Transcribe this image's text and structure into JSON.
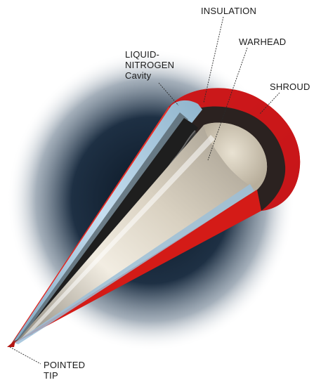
{
  "labels": {
    "insulation": "INSULATION",
    "warhead": "WARHEAD",
    "shroud": "SHROUD",
    "liquid_nitrogen": [
      "LIQUID-",
      "NITROGEN",
      "Cavity"
    ],
    "pointed_tip": [
      "POINTED",
      "TIP"
    ]
  },
  "colors": {
    "shroud_red": "#e0201b",
    "halo_dark": "#0d1a2a",
    "cavity_blue": "#9fc4dc",
    "warhead_metal": "#d8d0c0",
    "background": "#ffffff"
  }
}
